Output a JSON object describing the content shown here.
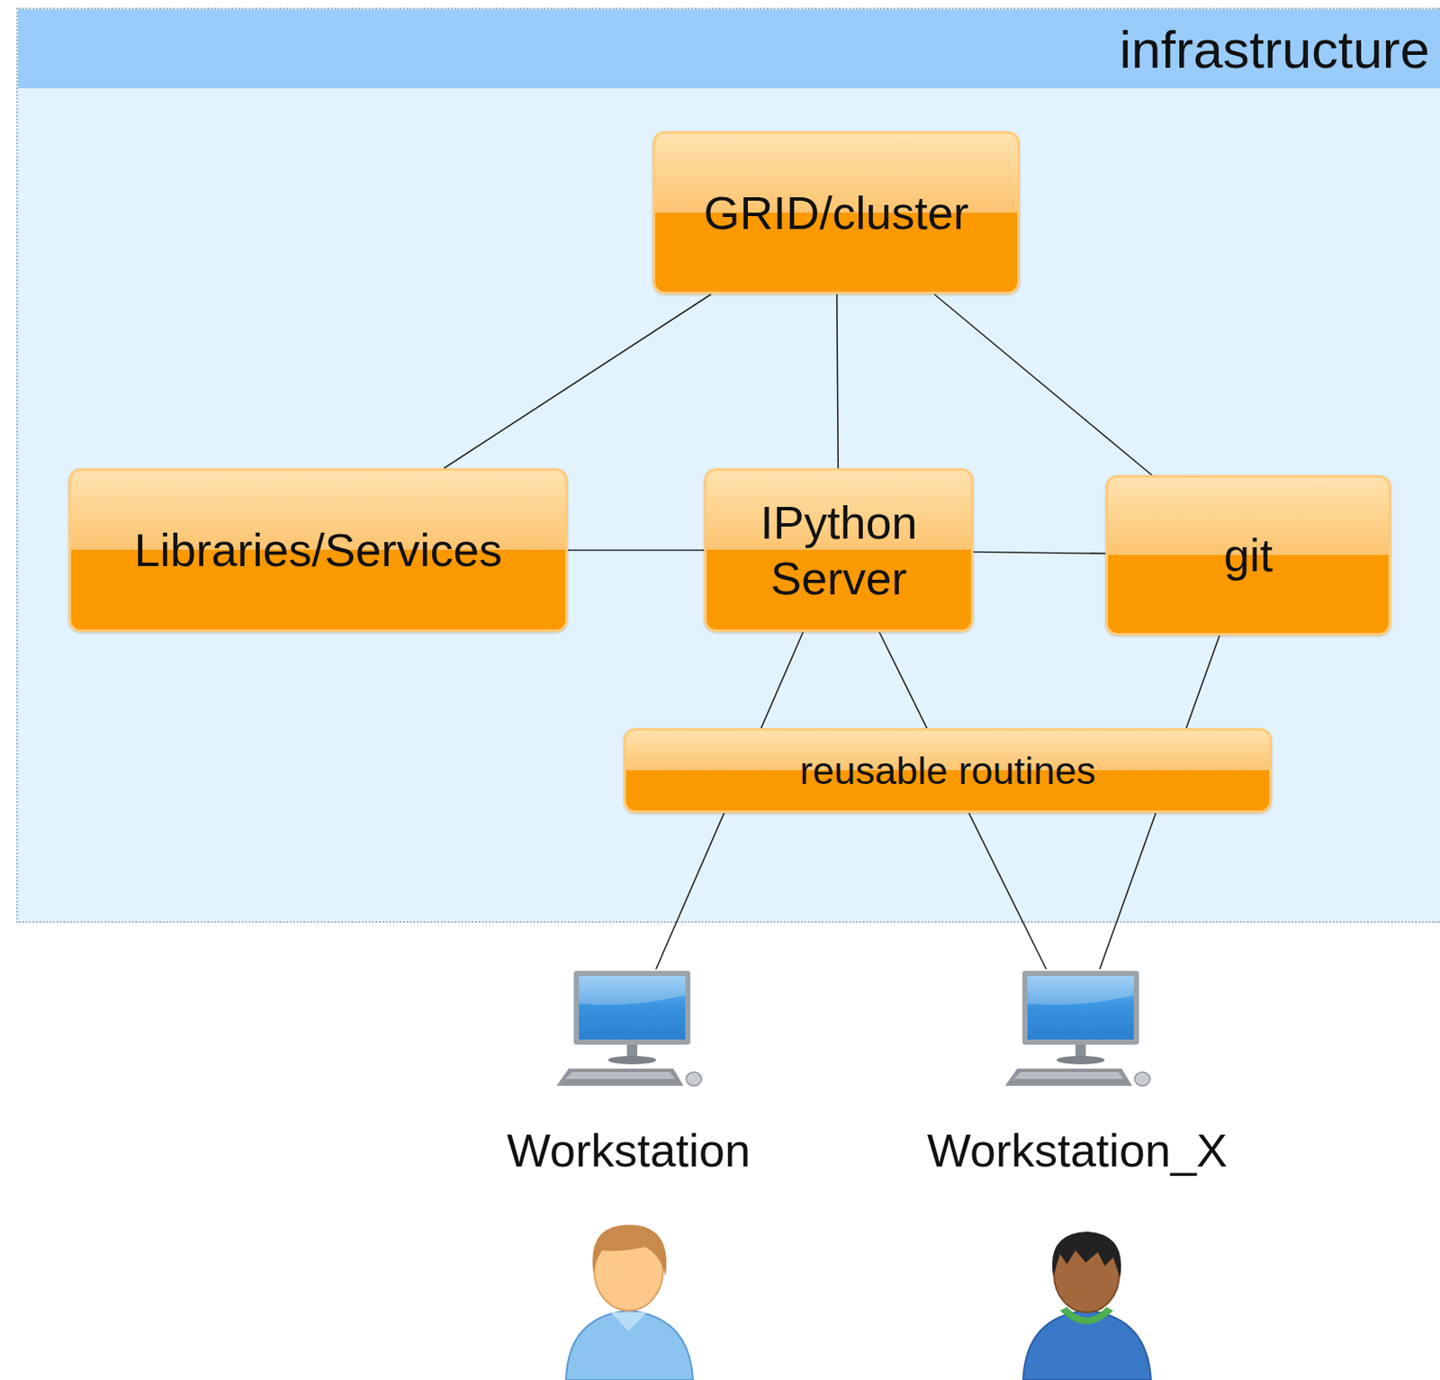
{
  "diagram": {
    "nodes": [
      {
        "text": [
          "infrastructure"
        ]
      },
      {
        "text": [
          "GRID/cluster"
        ],
        "in": 0
      },
      {
        "text": [
          "Libraries/Services"
        ],
        "in": 0
      },
      {
        "text": [
          "IPython Server"
        ],
        "in": 0
      },
      {
        "text": [
          "git"
        ],
        "in": 0
      },
      {
        "text": [
          "reusable routines"
        ],
        "in": 0
      },
      {
        "text": [
          "Workstation"
        ]
      },
      {
        "text": [
          "Workstation_X"
        ]
      }
    ],
    "edges": [
      {
        "from": 1,
        "to": 2,
        "arrow": "none"
      },
      {
        "from": 1,
        "to": 3,
        "arrow": "none"
      },
      {
        "from": 1,
        "to": 4,
        "arrow": "none"
      },
      {
        "from": 2,
        "to": 3,
        "arrow": "none"
      },
      {
        "from": 3,
        "to": 4,
        "arrow": "none"
      },
      {
        "from": 3,
        "to": 6,
        "arrow": "none"
      },
      {
        "from": 3,
        "to": 7,
        "arrow": "none"
      },
      {
        "from": 4,
        "to": 7,
        "arrow": "none"
      }
    ]
  }
}
